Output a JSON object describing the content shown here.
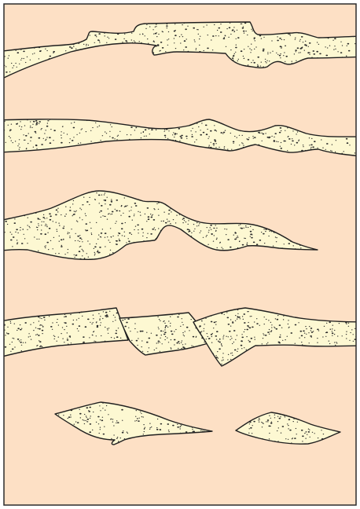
{
  "colors": {
    "background": "#fde0c5",
    "frame": "#2b2b2b",
    "sand_fill": "#fdf8d2",
    "outline": "#1f1f1f",
    "grain": "#2a2a2a"
  },
  "layers": [
    {
      "id": "layer-1",
      "kind": "sand-lens-band"
    },
    {
      "id": "layer-2",
      "kind": "sand-lens-band"
    },
    {
      "id": "layer-3",
      "kind": "sand-lens-pinching-out"
    },
    {
      "id": "layer-4",
      "kind": "faulted-sand-band"
    },
    {
      "id": "layer-5",
      "kind": "isolated-sand-lenses"
    }
  ]
}
